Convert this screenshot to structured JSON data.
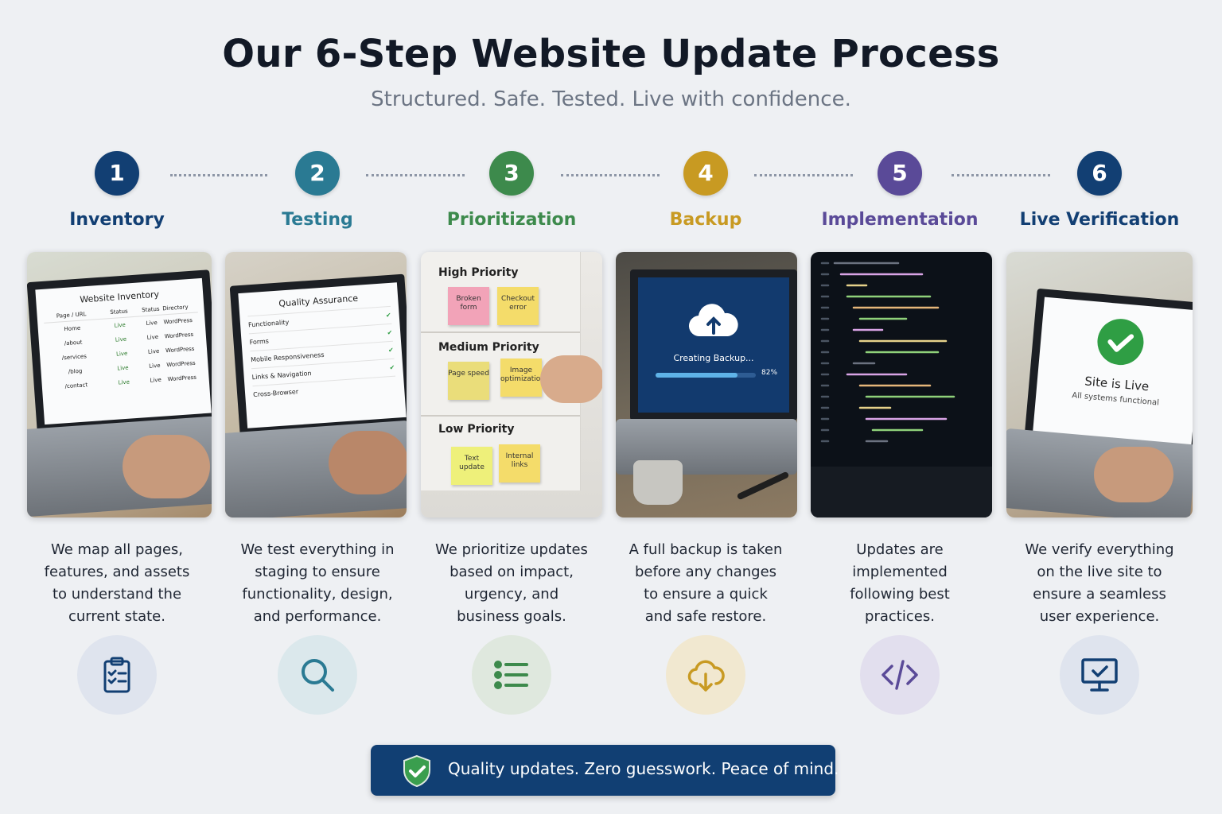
{
  "header": {
    "title": "Our 6-Step Website Update Process",
    "subtitle": "Structured. Safe. Tested. Live with confidence."
  },
  "steps": [
    {
      "number": "1",
      "title": "Inventory",
      "color": "#123f73",
      "icon": "clipboard-checklist-icon",
      "icon_bg": "#dfe4ee",
      "description": [
        "We map all pages,",
        "features, and assets",
        "to understand the",
        "current state."
      ],
      "screen": {
        "heading": "Website Inventory",
        "columns": [
          "Page / URL",
          "Status",
          "Status",
          "Directory"
        ],
        "rows": [
          [
            "Home",
            "Live",
            "Live",
            "WordPress"
          ],
          [
            "/about",
            "Live",
            "Live",
            "WordPress"
          ],
          [
            "/services",
            "Live",
            "Live",
            "WordPress"
          ],
          [
            "/blog",
            "Live",
            "Live",
            "WordPress"
          ],
          [
            "/contact",
            "Live",
            "Live",
            "WordPress"
          ]
        ]
      }
    },
    {
      "number": "2",
      "title": "Testing",
      "color": "#2a7a93",
      "icon": "magnifier-icon",
      "icon_bg": "#dbe8ec",
      "description": [
        "We test everything in",
        "staging to ensure",
        "functionality, design,",
        "and performance."
      ],
      "screen": {
        "heading": "Quality Assurance",
        "items": [
          "Functionality",
          "Forms",
          "Mobile Responsiveness",
          "Links & Navigation",
          "Cross-Browser"
        ]
      }
    },
    {
      "number": "3",
      "title": "Prioritization",
      "color": "#3d8a4c",
      "icon": "list-icon",
      "icon_bg": "#dfe8de",
      "description": [
        "We prioritize updates",
        "based on impact,",
        "urgency, and",
        "business goals."
      ],
      "board": {
        "sections": [
          {
            "label": "High Priority",
            "notes": [
              "Broken form",
              "Checkout error"
            ]
          },
          {
            "label": "Medium Priority",
            "notes": [
              "Page speed",
              "Image optimization"
            ]
          },
          {
            "label": "Low Priority",
            "notes": [
              "Text update",
              "Internal links"
            ]
          }
        ]
      }
    },
    {
      "number": "4",
      "title": "Backup",
      "color": "#c89a22",
      "icon": "cloud-download-icon",
      "icon_bg": "#f1e8d0",
      "description": [
        "A full backup is taken",
        "before any changes",
        "to ensure a quick",
        "and safe restore."
      ],
      "screen": {
        "label": "Creating Backup...",
        "progress_percent": 82,
        "progress_text": "82%"
      }
    },
    {
      "number": "5",
      "title": "Implementation",
      "color": "#5a4a98",
      "icon": "code-brackets-icon",
      "icon_bg": "#e2dfee",
      "description": [
        "Updates are",
        "implemented",
        "following best",
        "practices."
      ]
    },
    {
      "number": "6",
      "title": "Live Verification",
      "color": "#123f73",
      "icon": "monitor-check-icon",
      "icon_bg": "#dfe4ee",
      "description": [
        "We verify everything",
        "on the live site to",
        "ensure a seamless",
        "user experience."
      ],
      "screen": {
        "heading": "Site is Live",
        "subheading": "All systems functional"
      }
    }
  ],
  "footer": {
    "text": "Quality updates. Zero guesswork. Peace of mind.",
    "icon": "shield-check-icon"
  }
}
